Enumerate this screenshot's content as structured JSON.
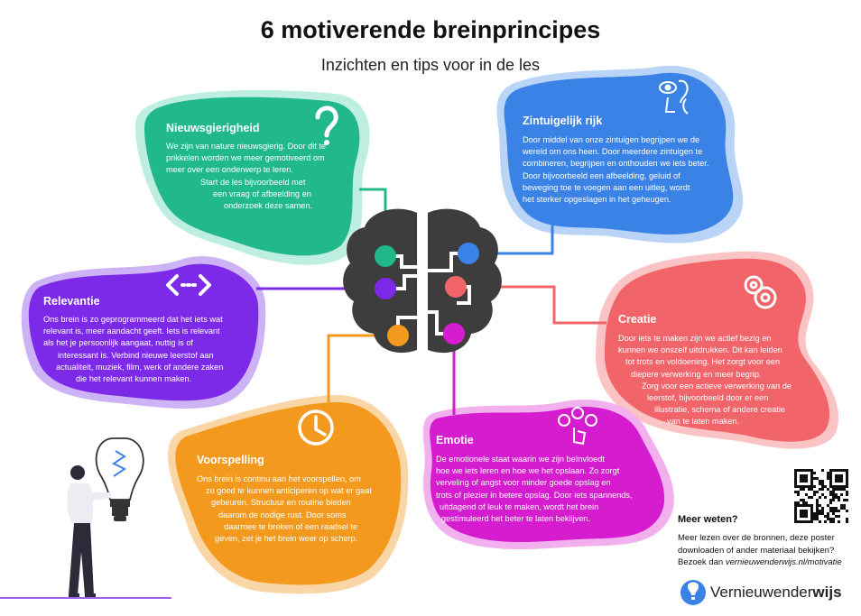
{
  "title": "6 motiverende breinprincipes",
  "subtitle": "Inzichten en tips voor in de les",
  "colors": {
    "nieuwsgierigheid": "#22b98a",
    "zintuigelijk": "#3b82e6",
    "relevantie": "#7c2ae8",
    "creatie": "#f0646a",
    "voorspelling": "#f39a1e",
    "emotie": "#d61ccf",
    "brain": "#3d3d3d"
  },
  "principles": {
    "nieuwsgierigheid": {
      "title": "Nieuwsgierigheid",
      "icon": "question-mark-icon",
      "lines": [
        "We zijn van nature nieuwsgierig. Door dit te",
        "prikkelen worden we meer gemotiveerd om",
        "meer over een onderwerp te leren.",
        "Start de les bijvoorbeeld met",
        "een vraag of afbeelding en",
        "onderzoek deze samen."
      ]
    },
    "zintuigelijk": {
      "title": "Zintuigelijk rijk",
      "icon": "senses-icon",
      "lines": [
        "Door middel van onze zintuigen begrijpen we de",
        "wereld om ons heen. Door meerdere zintuigen te",
        "combineren, begrijpen en onthouden we iets beter.",
        "Door bijvoorbeeld een afbeelding, geluid of",
        "beweging toe te voegen aan een uitleg, wordt",
        "het sterker opgeslagen in het geheugen."
      ]
    },
    "relevantie": {
      "title": "Relevantie",
      "icon": "code-arrows-icon",
      "lines": [
        "Ons brein is zo geprogrammeerd dat het iets wat",
        "relevant is, meer aandacht geeft. Iets is relevant",
        "als het je persoonlijk aangaat, nuttig is of",
        "interessant is. Verbind nieuwe leerstof aan",
        "actualiteit, muziek, film, werk of andere zaken",
        "die het relevant kunnen maken."
      ]
    },
    "creatie": {
      "title": "Creatie",
      "icon": "gears-icon",
      "lines": [
        "Door iets te maken zijn we actief bezig en",
        "kunnen we onszelf uitdrukken. Dit kan leiden",
        "tot trots en voldoening. Het zorgt voor een",
        "diepere verwerking en meer begrip.",
        "Zorg voor een actieve verwerking van de",
        "leerstof, bijvoorbeeld door er een",
        "illustratie, schema of andere creatie",
        "van te laten maken."
      ]
    },
    "voorspelling": {
      "title": "Voorspelling",
      "icon": "clock-icon",
      "lines": [
        "Ons brein is continu aan het voorspellen, om",
        "zo goed te kunnen anticiperen op wat er gaat",
        "gebeuren. Structuur en routine bieden",
        "daarom de nodige rust. Door soms",
        "daarmee te breken of een raadsel te",
        "geven, zet je het brein weer op scherp."
      ]
    },
    "emotie": {
      "title": "Emotie",
      "icon": "emotion-faces-icon",
      "lines": [
        "De emotionele staat waarin we zijn beïnvloedt",
        "hoe we iets leren en hoe we het opslaan. Zo zorgt",
        "verveling of angst voor minder goede opslag en",
        "trots of plezier in betere opslag. Door iets spannends,",
        "uitdagend of leuk te maken, wordt het brein",
        "gestimuleerd het beter te laten beklijven."
      ]
    }
  },
  "more_info": {
    "title": "Meer weten?",
    "text": "Meer lezen over de bronnen, deze poster downloaden of ander materiaal bekijken? Bezoek dan ",
    "link": "vernieuwenderwijs.nl/motivatie"
  },
  "brand": {
    "part1": "Vernieuwender",
    "part2": "wijs"
  }
}
